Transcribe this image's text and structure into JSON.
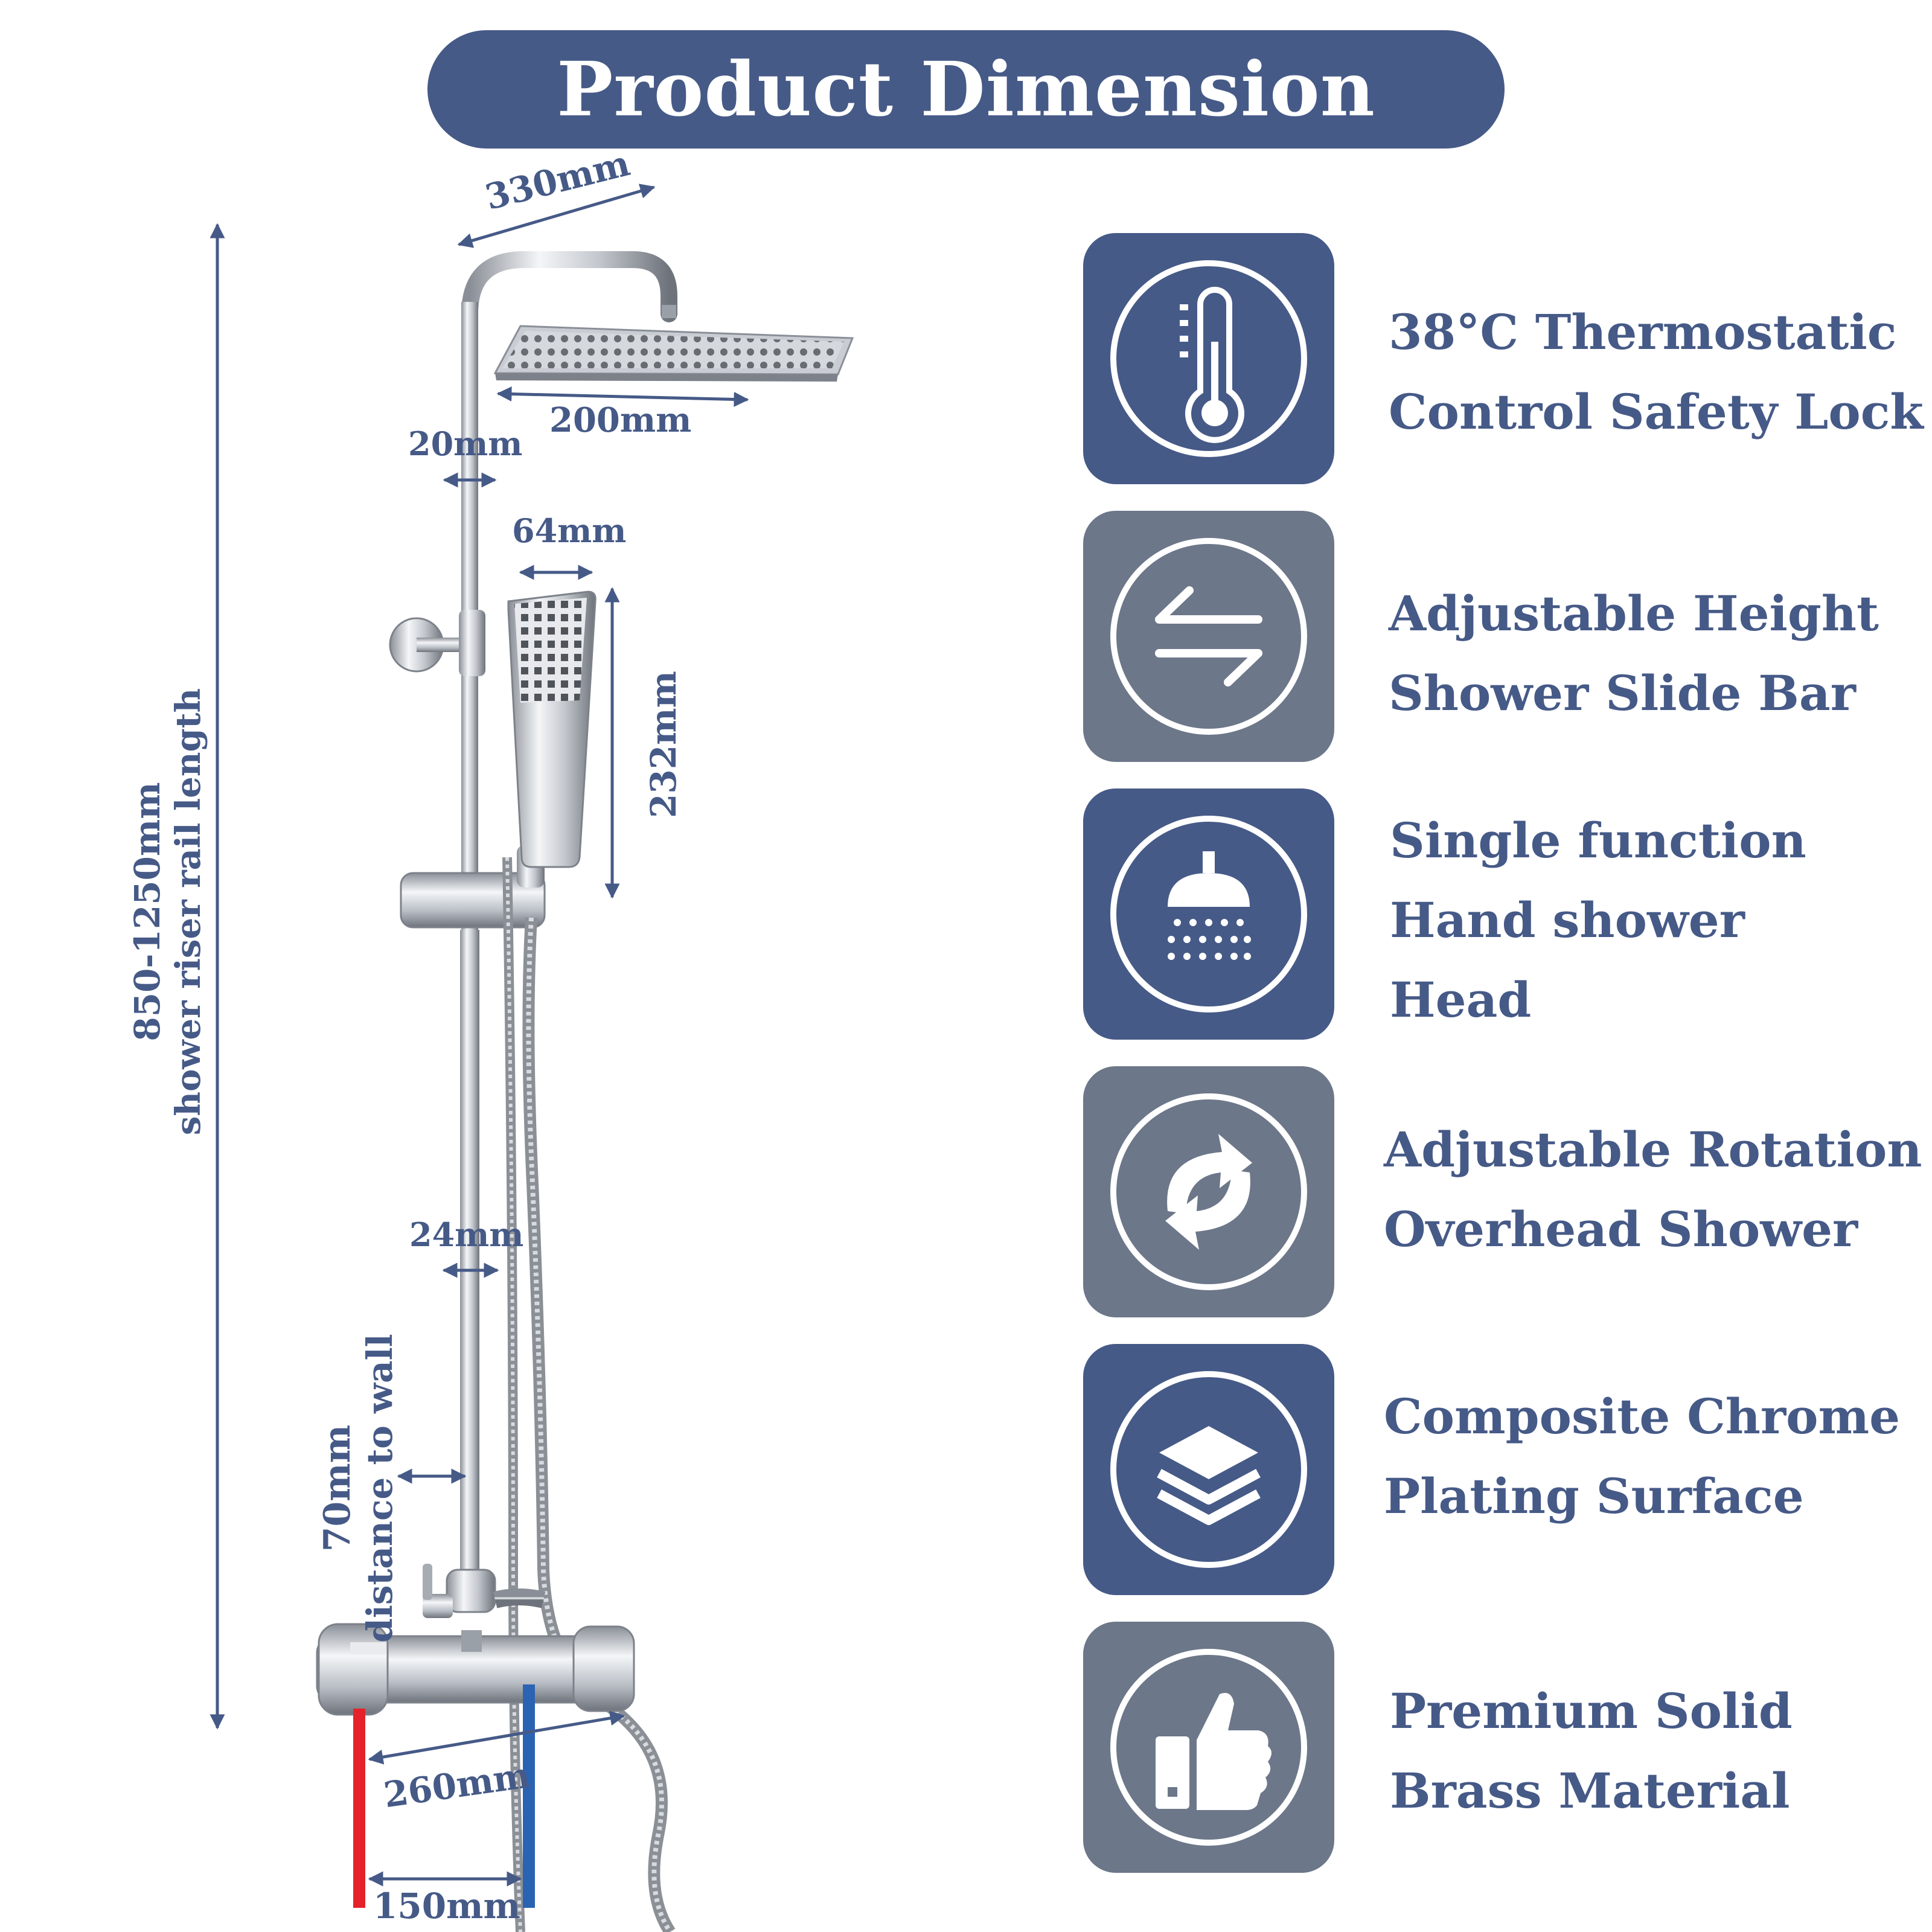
{
  "banner": {
    "title": "Product Dimension"
  },
  "colors": {
    "navy": "#465a87",
    "slate": "#6c7789",
    "hot": "#e5222a",
    "cold": "#2b63b3",
    "chrome": "#c8ccd2"
  },
  "dimensions": {
    "arm": "330mm",
    "head": "200mm",
    "upper_pipe": "20mm",
    "handset_width": "64mm",
    "handset_length": "232mm",
    "lower_pipe": "24mm",
    "wall_value": "70mm",
    "wall_label": "distance to wall",
    "rail_value": "850-1250mm",
    "rail_label": "shower riser rail length",
    "valve_length": "260mm",
    "inlet_spacing": "150mm"
  },
  "features": [
    {
      "icon": "thermometer-icon",
      "tile_color": "#465a87",
      "lines": [
        "38°C Thermostatic",
        "Control Safety Lock"
      ]
    },
    {
      "icon": "arrows-icon",
      "tile_color": "#6c7789",
      "lines": [
        "Adjustable Height",
        "Shower Slide Bar"
      ]
    },
    {
      "icon": "shower-head-icon",
      "tile_color": "#465a87",
      "lines": [
        "Single function",
        "Hand shower",
        "Head"
      ]
    },
    {
      "icon": "rotation-icon",
      "tile_color": "#6c7789",
      "lines": [
        "Adjustable Rotation",
        "Overhead Shower"
      ]
    },
    {
      "icon": "layers-icon",
      "tile_color": "#465a87",
      "lines": [
        "Composite Chrome",
        "Plating Surface"
      ]
    },
    {
      "icon": "thumbs-up-icon",
      "tile_color": "#6c7789",
      "lines": [
        "Premium Solid",
        "Brass Material"
      ]
    }
  ]
}
